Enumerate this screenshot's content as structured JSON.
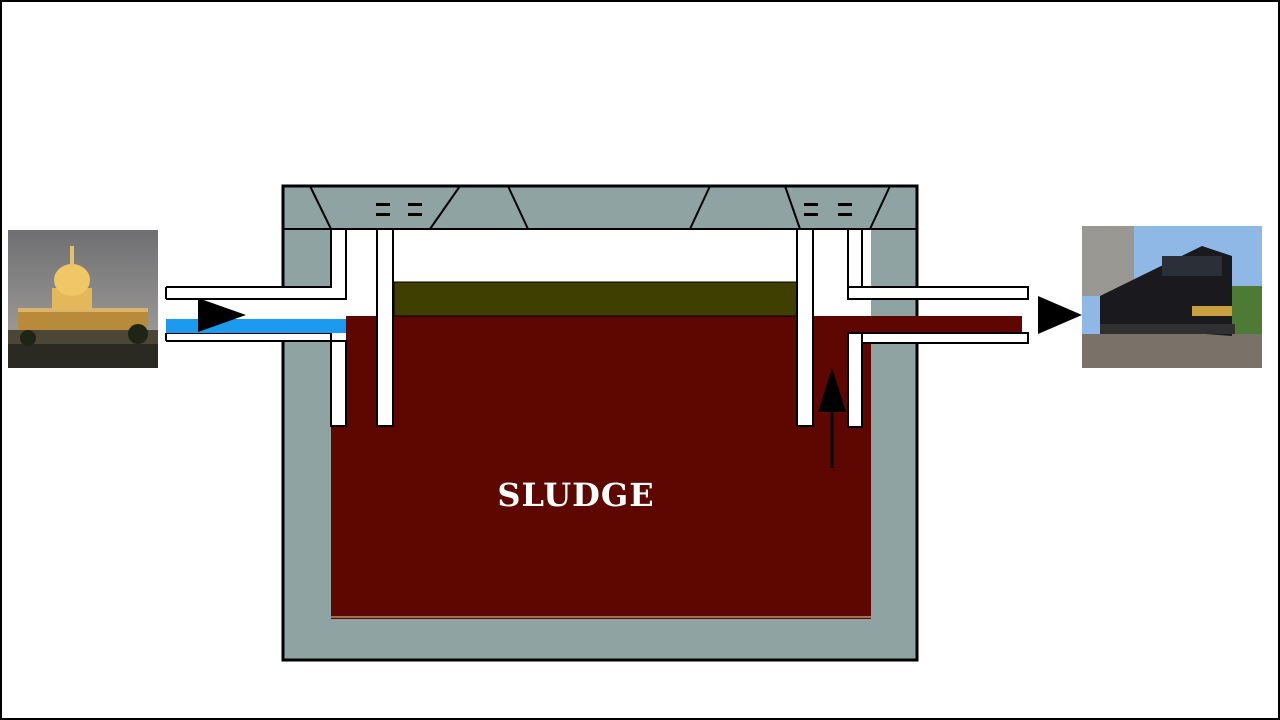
{
  "diagram": {
    "sludge_label": "SLUDGE",
    "inlet_image": "capitol-building-photo",
    "outlet_image": "locomotive-train-photo"
  },
  "colors": {
    "tank_wall": "#8fa3a3",
    "sludge": "#5e0600",
    "scum_layer": "#403f02",
    "influent": "#1b9af0",
    "pipe": "#ffffff",
    "outline": "#000000"
  }
}
